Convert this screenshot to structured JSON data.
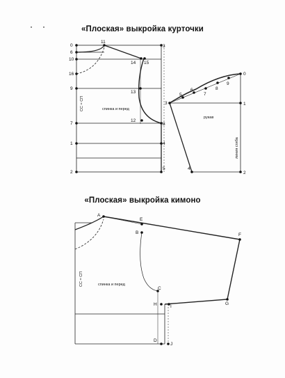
{
  "titles": {
    "jacket": "«Плоская» выкройка курточки",
    "kimono": "«Плоская» выкройка кимоно"
  },
  "jacket": {
    "body_label": "спинка и перед",
    "side_label": "СС = СП",
    "points": [
      "0",
      "6",
      "10",
      "16",
      "9",
      "7",
      "1",
      "2",
      "11",
      "14",
      "15",
      "13",
      "12",
      "8",
      "4",
      "5",
      "3"
    ]
  },
  "sleeve": {
    "label": "рукав",
    "fold_label": "линия сгиба",
    "points": [
      "3",
      "5",
      "6",
      "7",
      "8",
      "9",
      "0",
      "1",
      "2",
      "4"
    ]
  },
  "kimono": {
    "body_label": "спинка и перед",
    "side_label": "СС = СП",
    "points": [
      "A",
      "E",
      "B",
      "F",
      "C",
      "H",
      "I",
      "G",
      "D",
      "J"
    ]
  }
}
